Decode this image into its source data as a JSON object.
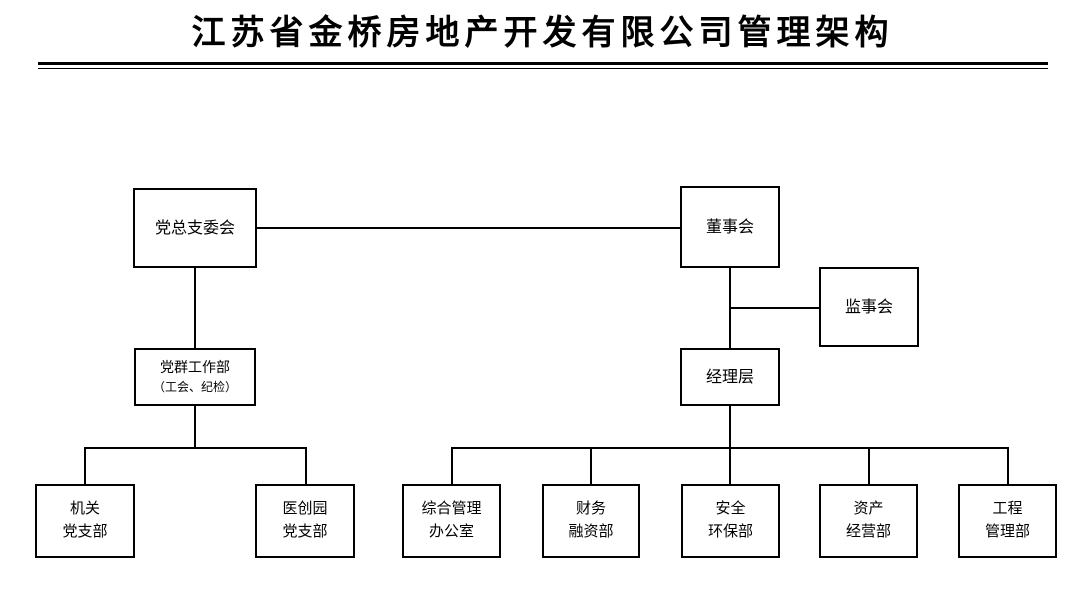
{
  "header": {
    "title": "江苏省金桥房地产开发有限公司管理架构"
  },
  "nodes": {
    "party_committee": {
      "name": "党总支委会",
      "lines": [
        "党总支委会"
      ]
    },
    "board": {
      "name": "董事会",
      "lines": [
        "董事会"
      ]
    },
    "supervisory": {
      "name": "监事会",
      "lines": [
        "监事会"
      ]
    },
    "party_work": {
      "name": "党群工作部（工会、纪检）",
      "lines": [
        "党群工作部",
        "（工会、纪检）"
      ]
    },
    "management": {
      "name": "经理层",
      "lines": [
        "经理层"
      ]
    },
    "jiguan": {
      "name": "机关党支部",
      "lines": [
        "机关",
        "党支部"
      ]
    },
    "yichuangyuan": {
      "name": "医创园党支部",
      "lines": [
        "医创园",
        "党支部"
      ]
    },
    "zonghe": {
      "name": "综合管理办公室",
      "lines": [
        "综合管理",
        "办公室"
      ]
    },
    "caiwu": {
      "name": "财务融资部",
      "lines": [
        "财务",
        "融资部"
      ]
    },
    "anquan": {
      "name": "安全环保部",
      "lines": [
        "安全",
        "环保部"
      ]
    },
    "zichan": {
      "name": "资产经营部",
      "lines": [
        "资产",
        "经营部"
      ]
    },
    "gongcheng": {
      "name": "工程管理部",
      "lines": [
        "工程",
        "管理部"
      ]
    }
  },
  "hierarchy": {
    "lateral_links": [
      [
        "党总支委会",
        "董事会"
      ],
      [
        "董事会",
        "监事会"
      ]
    ],
    "parent_child_links": [
      [
        "党总支委会",
        "党群工作部（工会、纪检）"
      ],
      [
        "党群工作部（工会、纪检）",
        "机关党支部"
      ],
      [
        "党群工作部（工会、纪检）",
        "医创园党支部"
      ],
      [
        "董事会",
        "经理层"
      ],
      [
        "经理层",
        "综合管理办公室"
      ],
      [
        "经理层",
        "财务融资部"
      ],
      [
        "经理层",
        "安全环保部"
      ],
      [
        "经理层",
        "资产经营部"
      ],
      [
        "经理层",
        "工程管理部"
      ]
    ]
  },
  "colors": {
    "background": "#ffffff",
    "line": "#000000",
    "text": "#000000"
  }
}
